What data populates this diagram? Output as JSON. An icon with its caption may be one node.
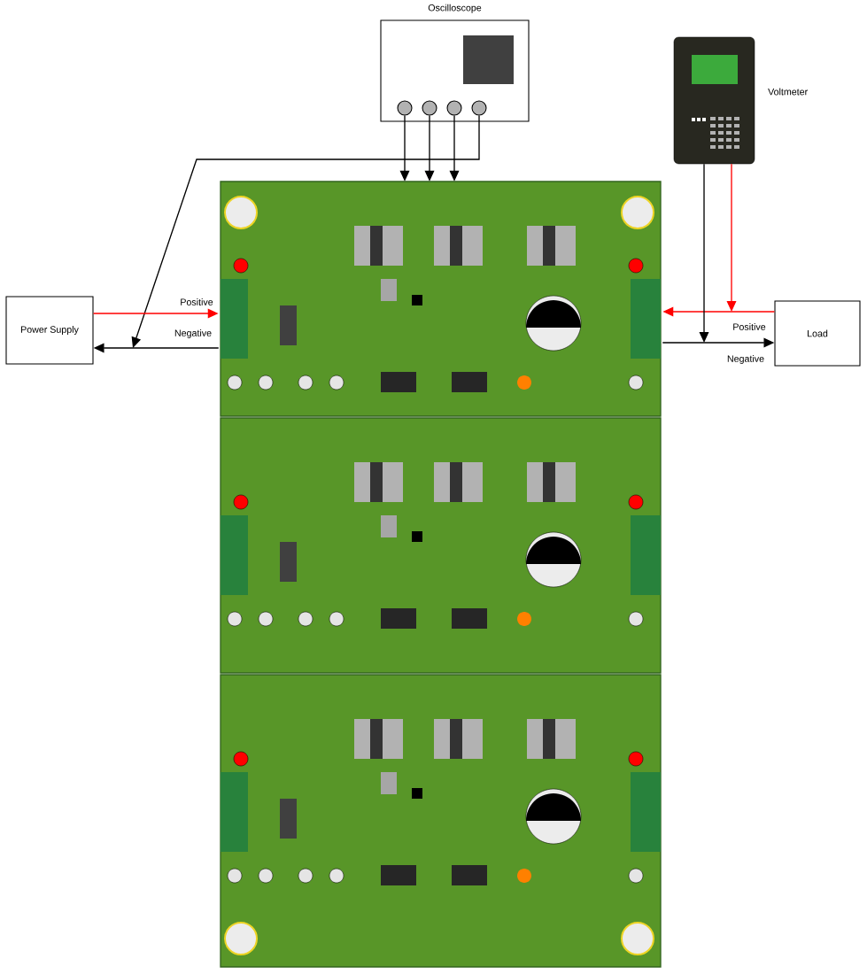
{
  "diagram": {
    "nodes": [
      {
        "text": [
          "Oscilloscope"
        ]
      },
      {
        "text": [],
        "shape": "circle",
        "in": 0
      },
      {
        "text": [],
        "shape": "circle",
        "in": 0
      },
      {
        "text": [],
        "shape": "circle",
        "in": 0
      },
      {
        "text": [],
        "shape": "circle",
        "in": 0
      },
      {
        "text": [],
        "shape": "picture",
        "beside": [
          "Voltmeter"
        ]
      },
      {
        "text": [
          "Power Supply"
        ]
      },
      {
        "text": [
          "Load"
        ]
      },
      {
        "text": [],
        "shape": "picture"
      }
    ],
    "edges": [
      {
        "from": 1,
        "to": 8,
        "arrow": "to"
      },
      {
        "from": 2,
        "to": 8,
        "arrow": "to"
      },
      {
        "from": 3,
        "to": 8,
        "arrow": "to"
      },
      {
        "from": 4,
        "to": null,
        "arrow": "to"
      },
      {
        "from": 6,
        "to": 8,
        "arrow": "to",
        "label": "Positive",
        "color": "#ff0000"
      },
      {
        "from": 8,
        "to": 6,
        "arrow": "to",
        "label": "Negative"
      },
      {
        "from": 7,
        "to": 8,
        "arrow": "to",
        "label": "Positive",
        "color": "#ff0000"
      },
      {
        "from": 8,
        "to": 7,
        "arrow": "to",
        "label": "Negative"
      },
      {
        "from": 5,
        "to": null,
        "arrow": "to"
      },
      {
        "from": 5,
        "to": null,
        "arrow": "to",
        "color": "#ff0000"
      }
    ]
  }
}
